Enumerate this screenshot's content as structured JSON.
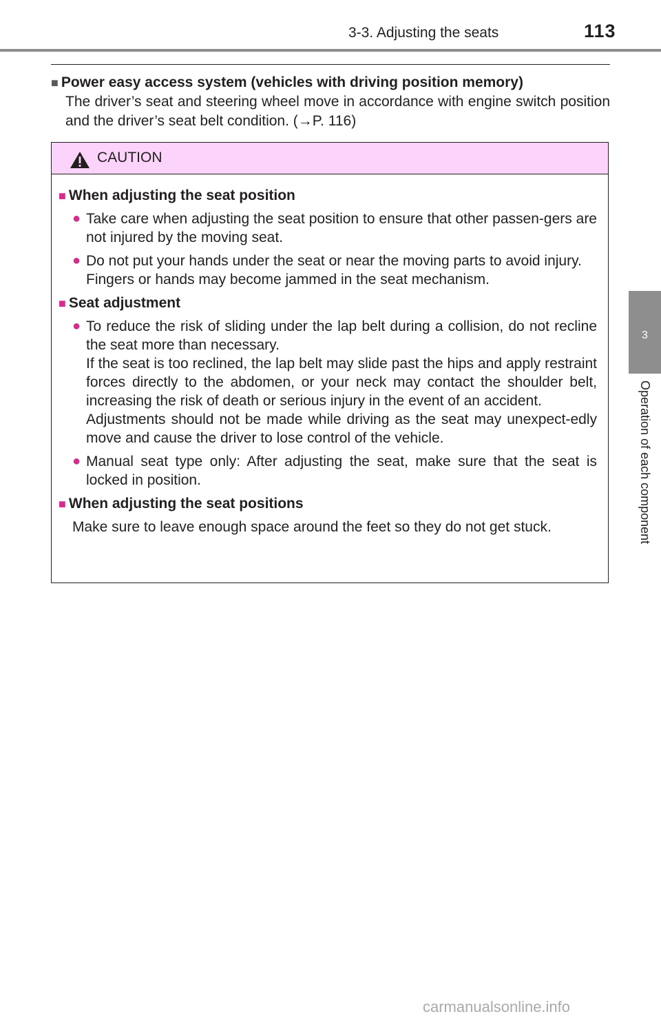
{
  "header": {
    "section_title": "3-3. Adjusting the seats",
    "page_number": "113"
  },
  "side_tab": {
    "chapter_number": "3",
    "chapter_label": "Operation of each component"
  },
  "intro": {
    "title": "Power easy access system (vehicles with driving position memory)",
    "body": "The driver’s seat and steering wheel move in accordance with engine switch position and the driver’s seat belt condition. (→P. 116)"
  },
  "caution": {
    "label": "CAUTION",
    "sections": [
      {
        "heading": "When adjusting the seat position",
        "bullets": [
          "Take care when adjusting the seat position to ensure that other passen-gers are not injured by the moving seat.",
          "Do not put your hands under the seat or near the moving parts to avoid injury.\nFingers or hands may become jammed in the seat mechanism."
        ]
      },
      {
        "heading": "Seat adjustment",
        "bullets": [
          "To reduce the risk of sliding under the lap belt during a collision, do not recline the seat more than necessary.\nIf the seat is too reclined, the lap belt may slide past the hips and apply restraint forces directly to the abdomen, or your neck may contact the shoulder belt, increasing the risk of death or serious injury in the event of an accident.\nAdjustments should not be made while driving as the seat may unexpect-edly move and cause the driver to lose control of the vehicle.",
          "Manual seat type only: After adjusting the seat, make sure that the seat is locked in position."
        ]
      },
      {
        "heading": "When adjusting the seat positions",
        "text": "Make sure to leave enough space around the feet so they do not get stuck."
      }
    ]
  },
  "watermark": "carmanualsonline.info",
  "colors": {
    "caution_header_bg": "#fbd3fb",
    "bullet_accent": "#d52d8e",
    "tab_gray": "#8e8e8e"
  }
}
